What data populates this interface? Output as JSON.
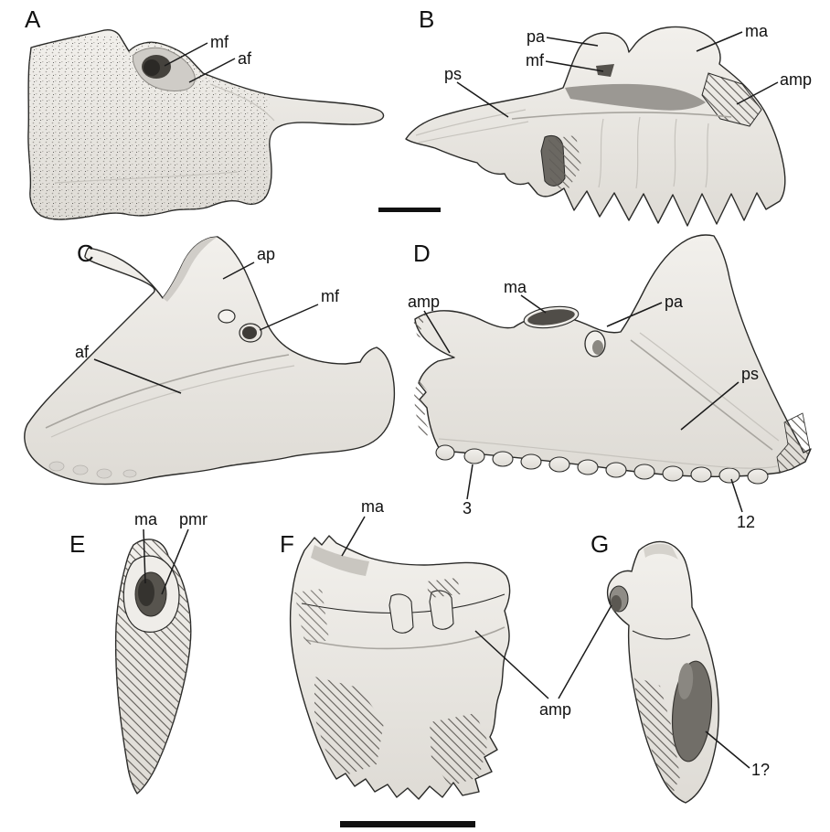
{
  "figure": {
    "background": "#ffffff"
  },
  "colors": {
    "ink": "#1a1a1a",
    "bone_fill_light": "#f1efeb",
    "bone_fill_dark": "#dcd9d3",
    "recess_dark": "#3e3b37",
    "hatch_line": "#5f5c57"
  },
  "panels": {
    "A": {
      "letter": "A",
      "labels": {
        "mf": "mf",
        "af": "af"
      }
    },
    "B": {
      "letter": "B",
      "labels": {
        "pa": "pa",
        "ma": "ma",
        "mf": "mf",
        "ps": "ps",
        "amp": "amp"
      }
    },
    "C": {
      "letter": "C",
      "labels": {
        "ap": "ap",
        "mf": "mf",
        "af": "af"
      }
    },
    "D": {
      "letter": "D",
      "labels": {
        "amp": "amp",
        "ma": "ma",
        "pa": "pa",
        "ps": "ps",
        "tooth3": "3",
        "tooth12": "12"
      }
    },
    "E": {
      "letter": "E",
      "labels": {
        "ma": "ma",
        "pmr": "pmr"
      }
    },
    "F": {
      "letter": "F",
      "labels": {
        "ma": "ma"
      }
    },
    "G": {
      "letter": "G",
      "labels": {
        "amp": "amp",
        "tooth1": "1?"
      }
    }
  }
}
